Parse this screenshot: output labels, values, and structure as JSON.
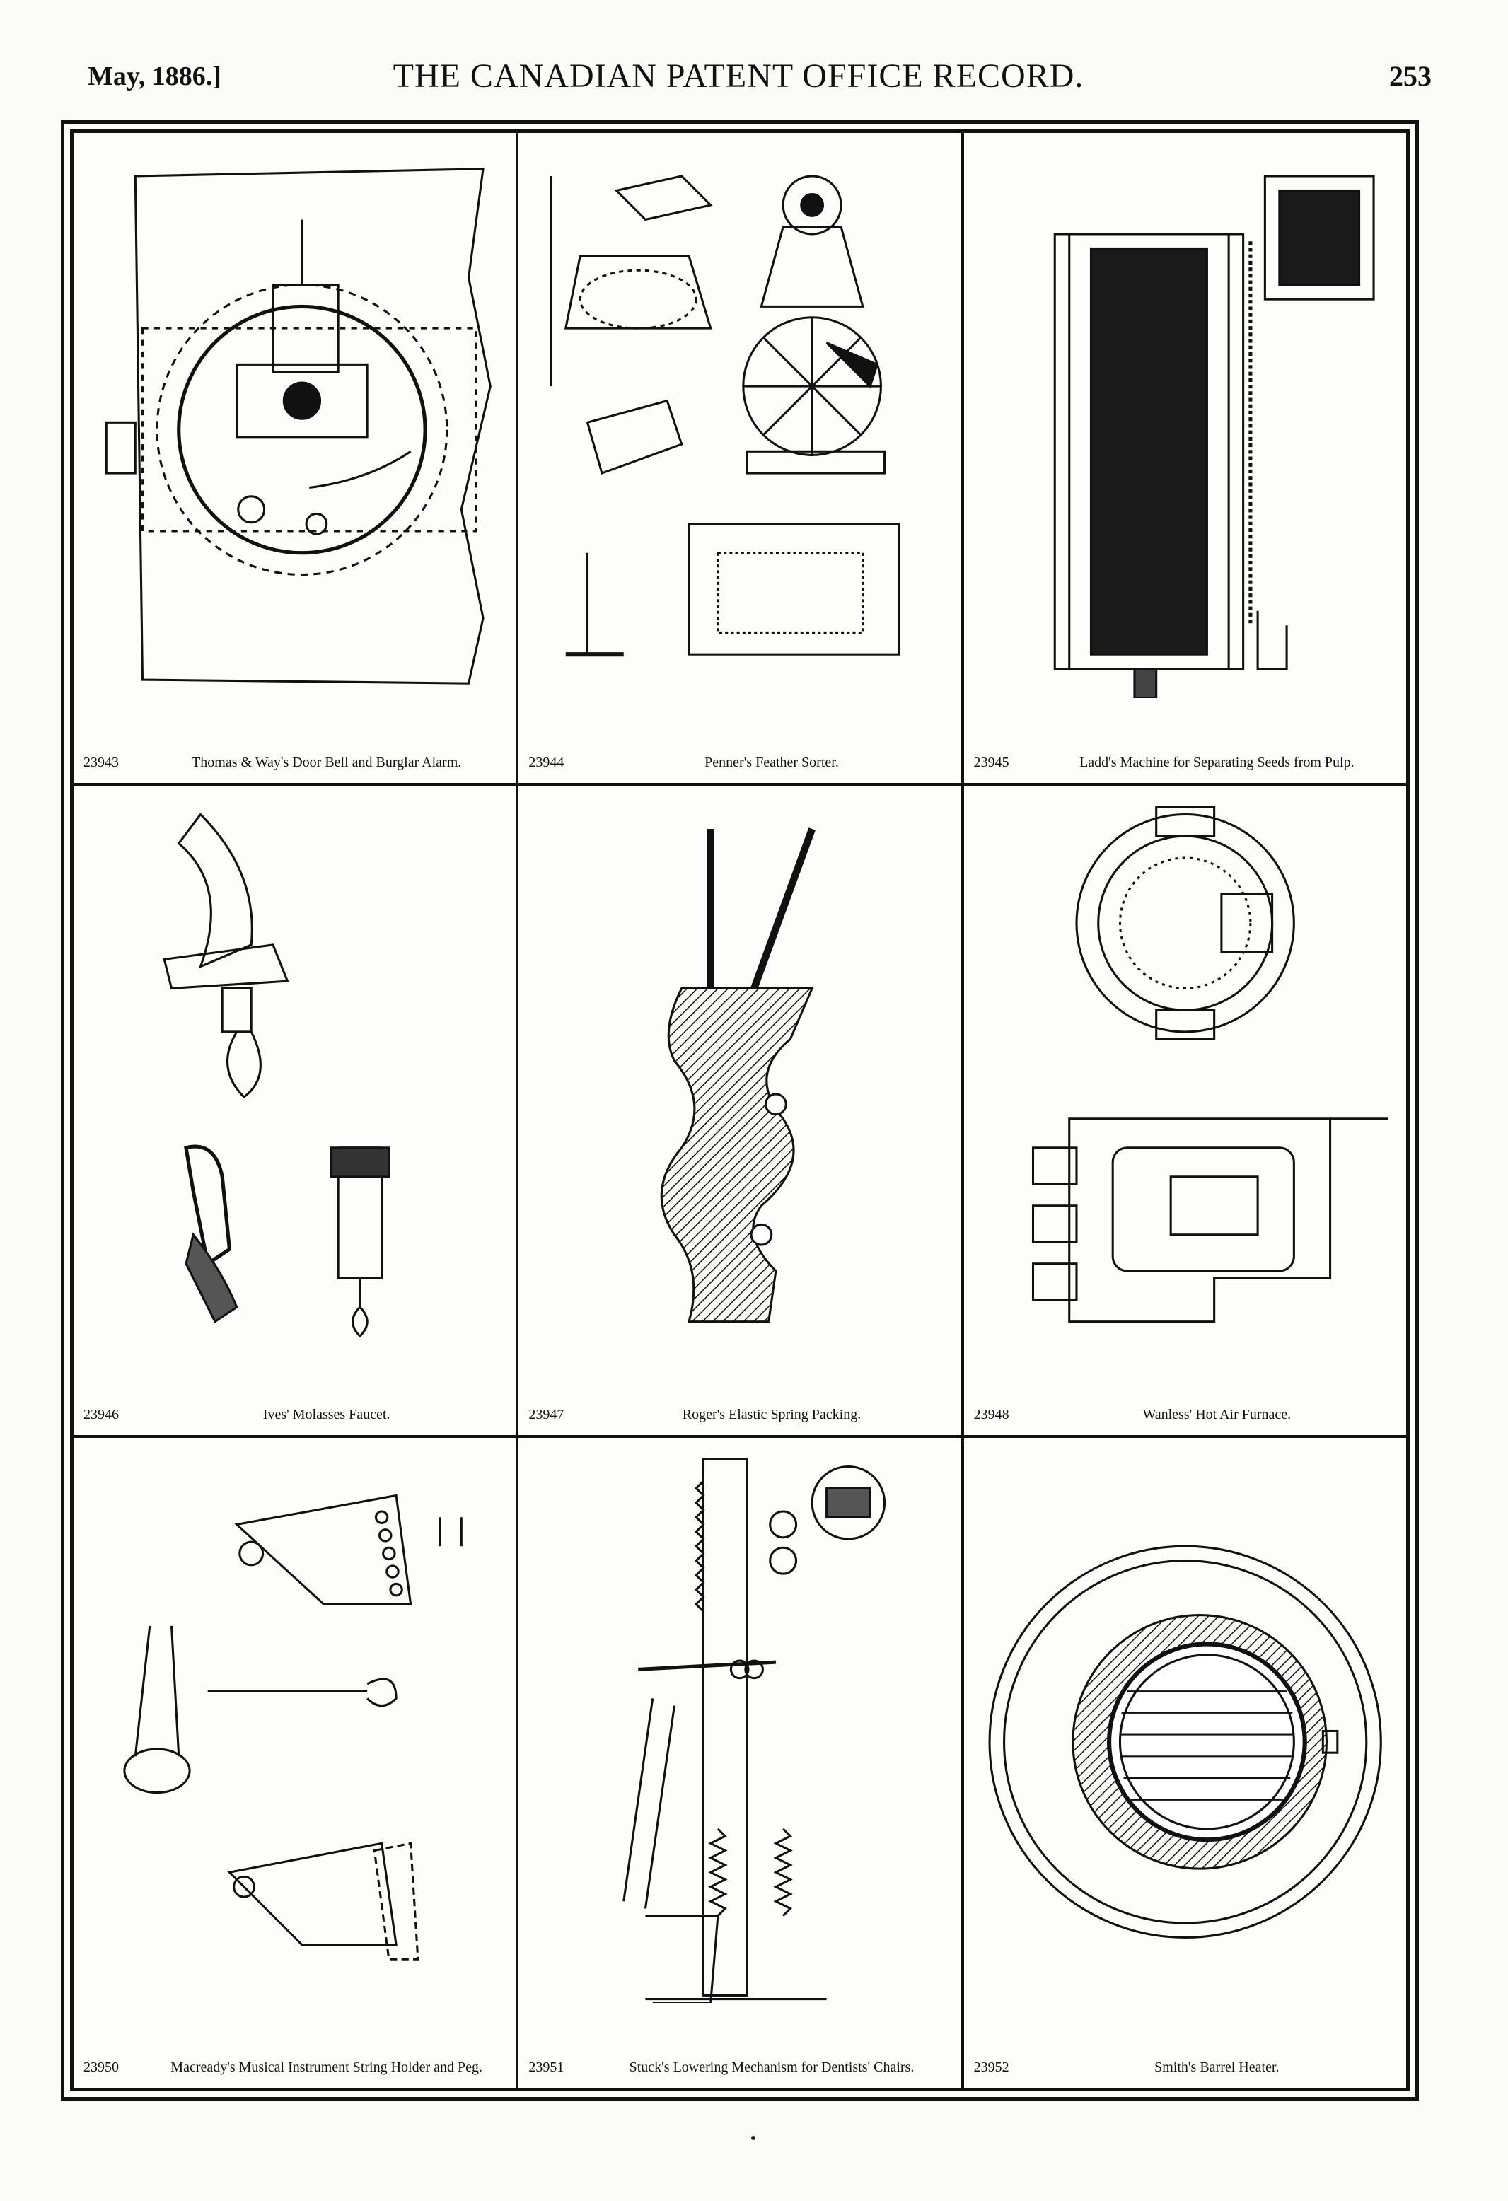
{
  "header": {
    "date": "May, 1886.]",
    "title": "THE CANADIAN PATENT OFFICE RECORD.",
    "page": "253"
  },
  "patents": [
    {
      "number": "23943",
      "title": "Thomas & Way's Door Bell and Burglar Alarm."
    },
    {
      "number": "23944",
      "title": "Penner's Feather Sorter."
    },
    {
      "number": "23945",
      "title": "Ladd's Machine for Separating Seeds from Pulp."
    },
    {
      "number": "23946",
      "title": "Ives' Molasses Faucet."
    },
    {
      "number": "23947",
      "title": "Roger's Elastic Spring Packing."
    },
    {
      "number": "23948",
      "title": "Wanless' Hot Air Furnace."
    },
    {
      "number": "23950",
      "title": "Macready's Musical Instrument String Holder and Peg."
    },
    {
      "number": "23951",
      "title": "Stuck's Lowering Mechanism for Dentists' Chairs."
    },
    {
      "number": "23952",
      "title": "Smith's Barrel Heater."
    }
  ]
}
